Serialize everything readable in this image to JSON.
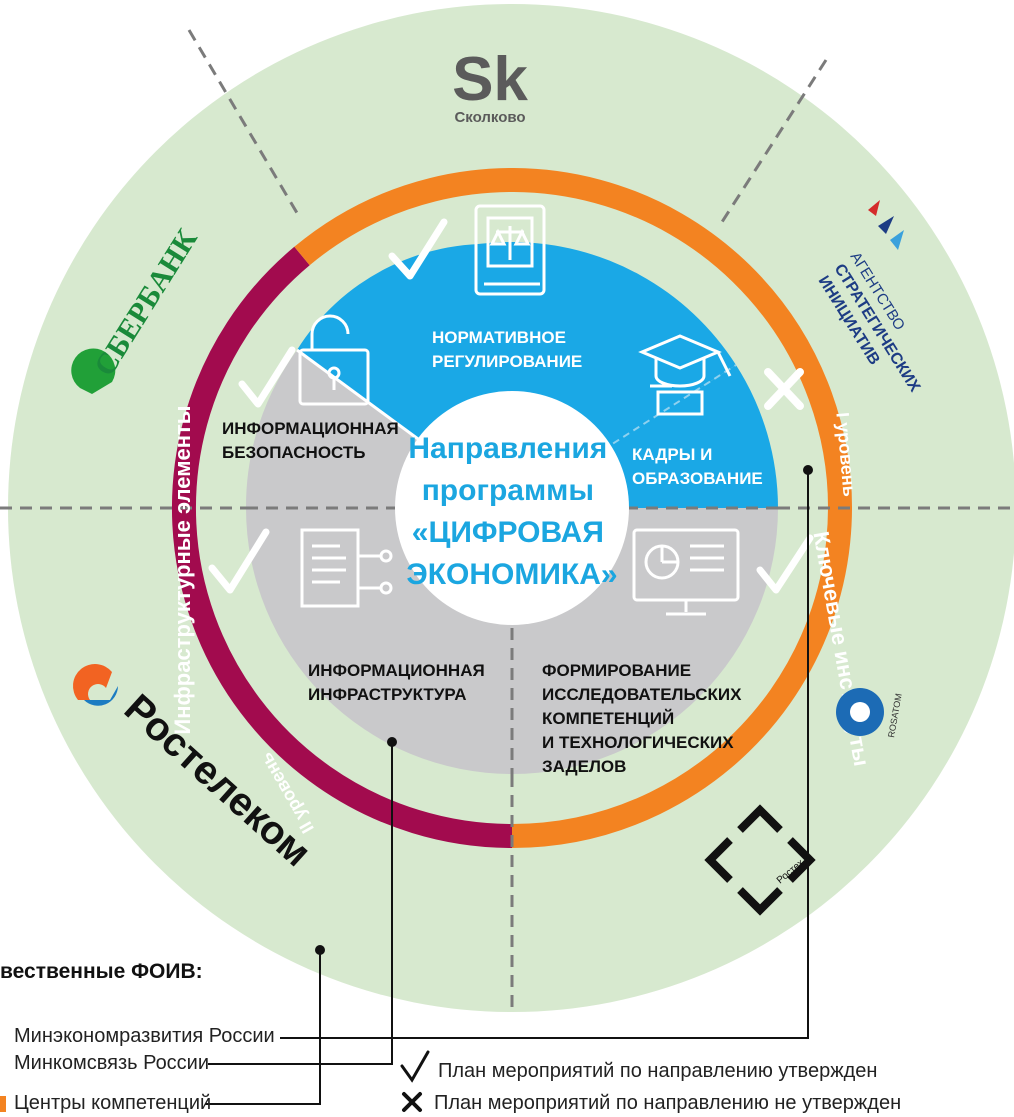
{
  "center": {
    "line1": "Направления",
    "line2": "программы",
    "line3": "«ЦИФРОВАЯ",
    "line4": "ЭКОНОМИКА»"
  },
  "sectors": {
    "regulation": [
      "НОРМАТИВНОЕ",
      "РЕГУЛИРОВАНИЕ"
    ],
    "security": [
      "ИНФОРМАЦИОННАЯ",
      "БЕЗОПАСНОСТЬ"
    ],
    "education": [
      "КАДРЫ И",
      "ОБРАЗОВАНИЕ"
    ],
    "infrastructure": [
      "ИНФОРМАЦИОННАЯ",
      "ИНФРАСТРУКТУРА"
    ],
    "research": [
      "ФОРМИРОВАНИЕ",
      "ИССЛЕДОВАТЕЛЬСКИХ",
      "КОМПЕТЕНЦИЙ",
      "И ТЕХНОЛОГИЧЕСКИХ",
      "ЗАДЕЛОВ"
    ]
  },
  "rings": {
    "left_label": "Инфраструктурные элементы",
    "left_level": "II уровень",
    "right_label": "Ключевые институты",
    "right_level": "I уровень"
  },
  "logos": {
    "skolkovo_mark": "Sk",
    "skolkovo_name": "Сколково",
    "sberbank": "СБЕРБАНК",
    "asi": [
      "АГЕНТСТВО",
      "СТРАТЕГИЧЕСКИХ",
      "ИНИЦИАТИВ"
    ],
    "rostelecom": "Ростелеком",
    "rosatom": "ROSATOM",
    "rostec": "Ростех"
  },
  "foiv": {
    "heading": "вественные ФОИВ:",
    "items": [
      "Минэкономразвития России",
      "Минкомсвязь России",
      "Центры компетенций"
    ]
  },
  "legend": {
    "approved": "План мероприятий по направлению утвержден",
    "not_approved": "План мероприятий по направлению не утвержден"
  },
  "colors": {
    "outer_ring": "#d7e9cf",
    "blue": "#1aa8e6",
    "gray": "#c9c9cb",
    "orange": "#f38321",
    "crimson": "#a20b4e",
    "center_text": "#1ba6e0"
  }
}
